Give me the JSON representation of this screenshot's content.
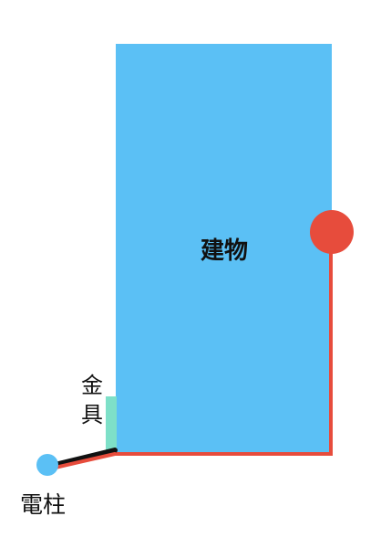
{
  "labels": {
    "building": "建物",
    "bracket_line1": "金",
    "bracket_line2": "具",
    "utility_pole": "電柱"
  },
  "colors": {
    "building": "#5bc0f5",
    "wire_red": "#e74c3c",
    "wire_black": "#111111",
    "bracket": "#7ee0c8",
    "pole": "#5bc0f5",
    "endpoint": "#e74c3c"
  }
}
